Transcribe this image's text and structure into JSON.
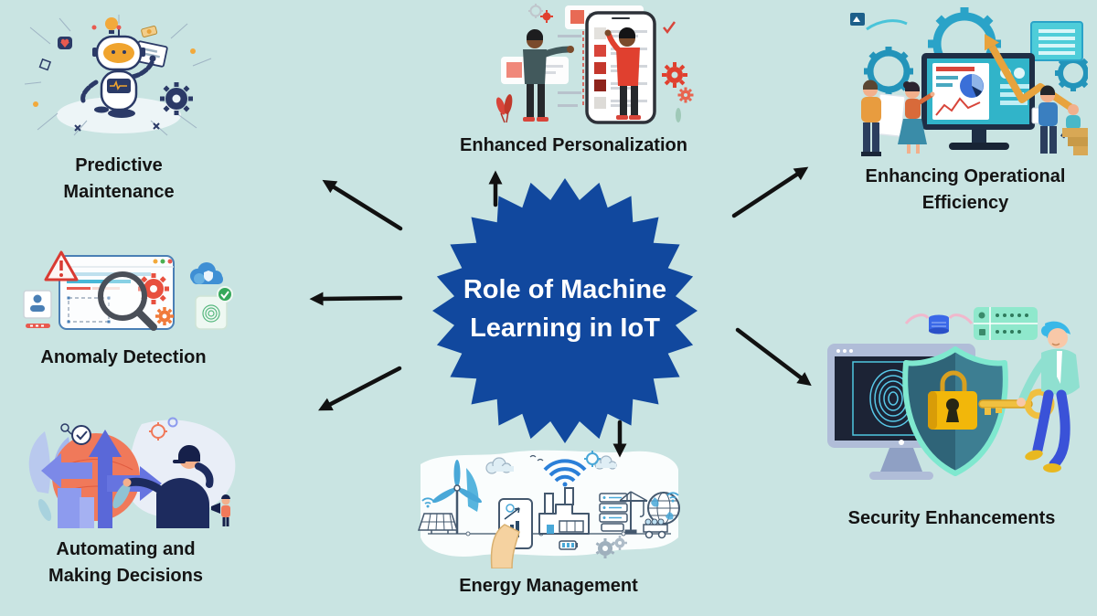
{
  "title": "Role of Machine Learning in IoT",
  "palette": {
    "background": "#c9e4e2",
    "starburst": "#11489e",
    "arrow": "#111111",
    "label_text": "#141414",
    "center_text": "#ffffff"
  },
  "center": {
    "shape": "starburst-seal",
    "label_lines": [
      "Role of Machine",
      "Learning in IoT"
    ]
  },
  "nodes": [
    {
      "id": "predictive-maintenance",
      "label_lines": [
        "Predictive",
        "Maintenance"
      ],
      "illustration": "robot-predictive-maintenance"
    },
    {
      "id": "anomaly-detection",
      "label_lines": [
        "Anomaly Detection"
      ],
      "illustration": "browser-magnifier-warning-gears"
    },
    {
      "id": "automating-decisions",
      "label_lines": [
        "Automating and",
        "Making Decisions"
      ],
      "illustration": "person-decision-arrows"
    },
    {
      "id": "enhanced-personalization",
      "label_lines": [
        "Enhanced Personalization"
      ],
      "illustration": "people-phone-personalized-list"
    },
    {
      "id": "operational-efficiency",
      "label_lines": [
        "Enhancing Operational",
        "Efficiency"
      ],
      "illustration": "team-dashboard-growth-arrow"
    },
    {
      "id": "security-enhancements",
      "label_lines": [
        "Security Enhancements"
      ],
      "illustration": "monitor-fingerprint-shield-lock-key"
    },
    {
      "id": "energy-management",
      "label_lines": [
        "Energy Management"
      ],
      "illustration": "smart-industry-energy-scene"
    }
  ],
  "arrows": [
    {
      "to": "predictive-maintenance",
      "direction": "upper-left"
    },
    {
      "to": "anomaly-detection",
      "direction": "left"
    },
    {
      "to": "automating-decisions",
      "direction": "lower-left"
    },
    {
      "to": "enhanced-personalization",
      "direction": "up"
    },
    {
      "to": "operational-efficiency",
      "direction": "upper-right"
    },
    {
      "to": "security-enhancements",
      "direction": "lower-right"
    },
    {
      "to": "energy-management",
      "direction": "down"
    }
  ]
}
